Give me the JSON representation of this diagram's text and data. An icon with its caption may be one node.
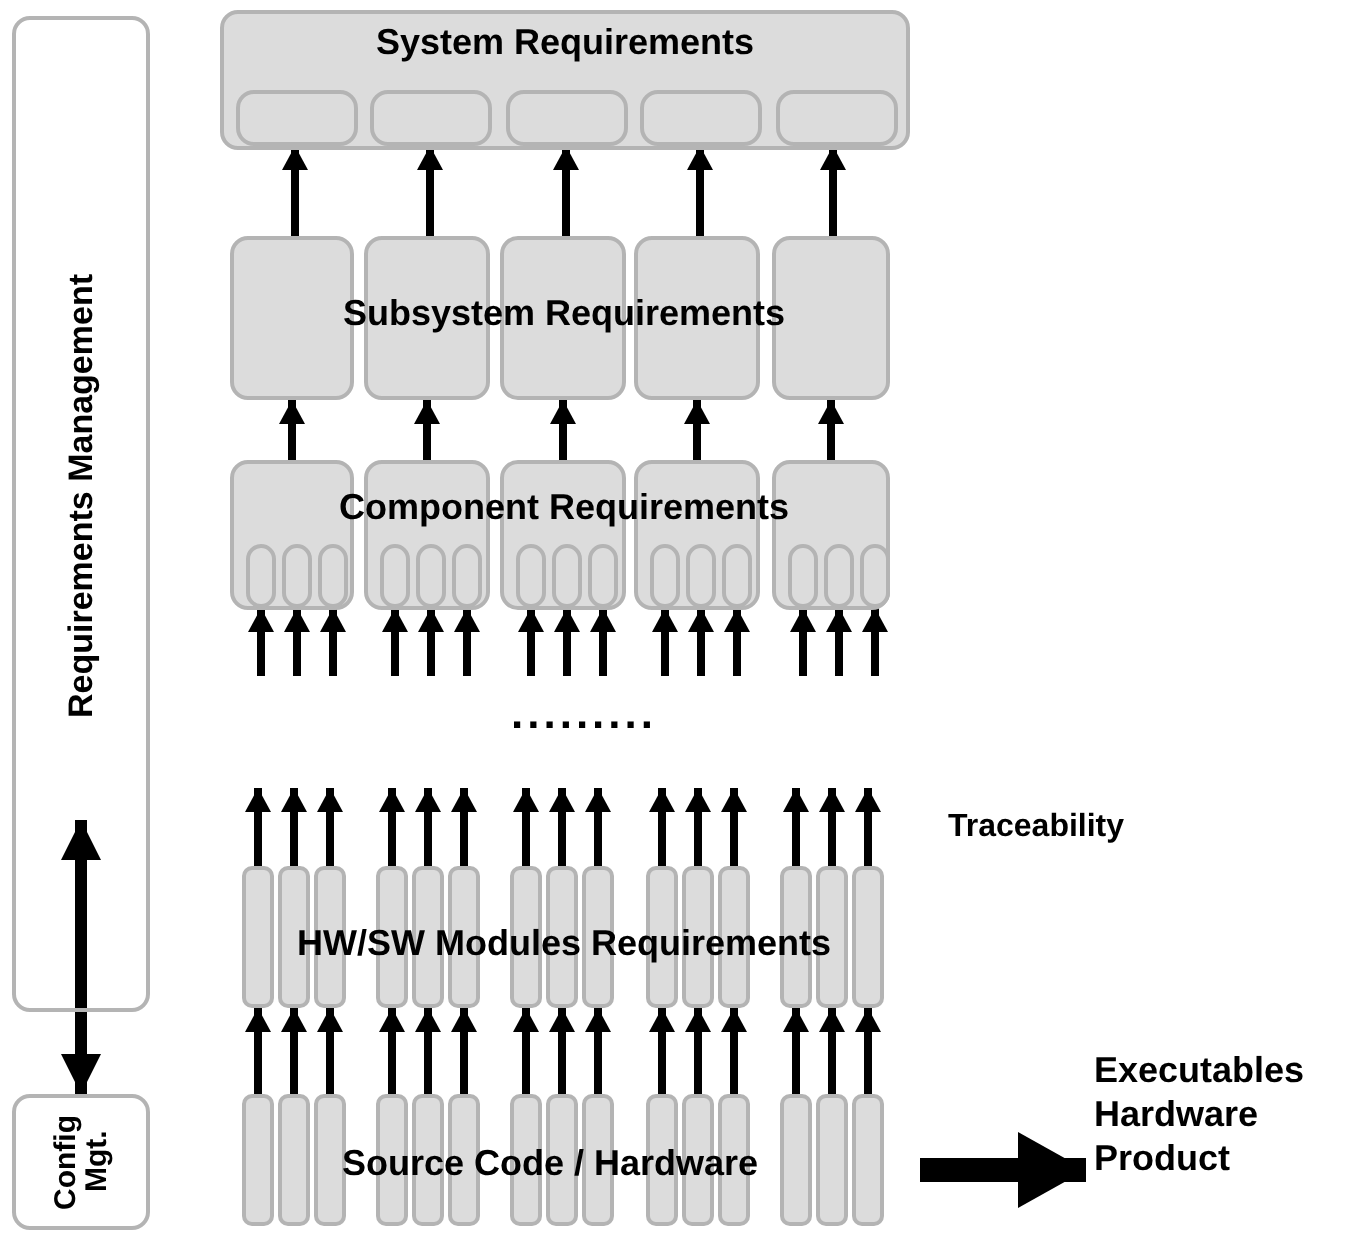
{
  "diagram": {
    "nodes": [
      {
        "text": [
          "Requirements Management"
        ]
      },
      {
        "text": [
          "Config Mgt."
        ]
      },
      {
        "text": [
          "System Requirements"
        ]
      },
      {
        "text": [],
        "shape": "box",
        "in": 2
      },
      {
        "text": [],
        "shape": "box",
        "in": 2
      },
      {
        "text": [],
        "shape": "box",
        "in": 2
      },
      {
        "text": [],
        "shape": "box",
        "in": 2
      },
      {
        "text": [],
        "shape": "box",
        "in": 2
      },
      {
        "text": [],
        "shape": "box"
      },
      {
        "text": [],
        "shape": "box"
      },
      {
        "text": [],
        "shape": "box"
      },
      {
        "text": [],
        "shape": "box"
      },
      {
        "text": [],
        "shape": "box"
      },
      {
        "text": [],
        "shape": "box"
      },
      {
        "text": [],
        "shape": "box"
      },
      {
        "text": [],
        "shape": "box"
      },
      {
        "text": [],
        "shape": "box"
      },
      {
        "text": [],
        "shape": "box"
      },
      {
        "text": [],
        "shape": "box",
        "in": 13
      },
      {
        "text": [],
        "shape": "box",
        "in": 13
      },
      {
        "text": [],
        "shape": "box",
        "in": 13
      },
      {
        "text": [],
        "shape": "box",
        "in": 14
      },
      {
        "text": [],
        "shape": "box",
        "in": 14
      },
      {
        "text": [],
        "shape": "box",
        "in": 14
      },
      {
        "text": [],
        "shape": "box",
        "in": 15
      },
      {
        "text": [],
        "shape": "box",
        "in": 15
      },
      {
        "text": [],
        "shape": "box",
        "in": 15
      },
      {
        "text": [],
        "shape": "box",
        "in": 16
      },
      {
        "text": [],
        "shape": "box",
        "in": 16
      },
      {
        "text": [],
        "shape": "box",
        "in": 16
      },
      {
        "text": [],
        "shape": "box",
        "in": 17
      },
      {
        "text": [],
        "shape": "box",
        "in": 17
      },
      {
        "text": [],
        "shape": "box",
        "in": 17
      },
      {
        "text": [],
        "shape": "bar"
      },
      {
        "text": [],
        "shape": "bar"
      },
      {
        "text": [],
        "shape": "bar"
      },
      {
        "text": [],
        "shape": "bar"
      },
      {
        "text": [],
        "shape": "bar"
      },
      {
        "text": [],
        "shape": "bar"
      },
      {
        "text": [],
        "shape": "bar"
      },
      {
        "text": [],
        "shape": "bar"
      },
      {
        "text": [],
        "shape": "bar"
      },
      {
        "text": [],
        "shape": "bar"
      },
      {
        "text": [],
        "shape": "bar"
      },
      {
        "text": [],
        "shape": "bar"
      },
      {
        "text": [],
        "shape": "bar"
      },
      {
        "text": [],
        "shape": "bar"
      },
      {
        "text": [],
        "shape": "bar"
      },
      {
        "text": [],
        "shape": "bar"
      },
      {
        "text": [],
        "shape": "bar"
      },
      {
        "text": [],
        "shape": "bar"
      },
      {
        "text": [],
        "shape": "bar"
      },
      {
        "text": [],
        "shape": "bar"
      },
      {
        "text": [],
        "shape": "bar"
      },
      {
        "text": [],
        "shape": "bar"
      },
      {
        "text": [],
        "shape": "bar"
      },
      {
        "text": [],
        "shape": "bar"
      },
      {
        "text": [],
        "shape": "bar"
      },
      {
        "text": [],
        "shape": "bar"
      },
      {
        "text": [],
        "shape": "bar"
      },
      {
        "text": [],
        "shape": "bar"
      },
      {
        "text": [],
        "shape": "bar"
      },
      {
        "text": [],
        "shape": "bar"
      },
      {
        "text": [
          "Executables Hardware Product"
        ]
      }
    ],
    "edges": [
      {
        "from": 0,
        "to": 1,
        "arrow": "both"
      },
      {
        "from": 8,
        "to": 3,
        "arrow": "to"
      },
      {
        "from": 9,
        "to": 4,
        "arrow": "to"
      },
      {
        "from": 10,
        "to": 5,
        "arrow": "to"
      },
      {
        "from": 11,
        "to": 6,
        "arrow": "to"
      },
      {
        "from": 12,
        "to": 7,
        "arrow": "to"
      },
      {
        "from": 13,
        "to": 8,
        "arrow": "to"
      },
      {
        "from": 14,
        "to": 9,
        "arrow": "to"
      },
      {
        "from": 15,
        "to": 10,
        "arrow": "to"
      },
      {
        "from": 16,
        "to": 11,
        "arrow": "to"
      },
      {
        "from": 17,
        "to": 12,
        "arrow": "to"
      },
      {
        "from": null,
        "to": 18,
        "arrow": "to"
      },
      {
        "from": null,
        "to": 19,
        "arrow": "to"
      },
      {
        "from": null,
        "to": 20,
        "arrow": "to"
      },
      {
        "from": null,
        "to": 21,
        "arrow": "to"
      },
      {
        "from": null,
        "to": 22,
        "arrow": "to"
      },
      {
        "from": null,
        "to": 23,
        "arrow": "to"
      },
      {
        "from": null,
        "to": 24,
        "arrow": "to"
      },
      {
        "from": null,
        "to": 25,
        "arrow": "to"
      },
      {
        "from": null,
        "to": 26,
        "arrow": "to"
      },
      {
        "from": null,
        "to": 27,
        "arrow": "to"
      },
      {
        "from": null,
        "to": 28,
        "arrow": "to"
      },
      {
        "from": null,
        "to": 29,
        "arrow": "to"
      },
      {
        "from": null,
        "to": 30,
        "arrow": "to"
      },
      {
        "from": null,
        "to": 31,
        "arrow": "to"
      },
      {
        "from": null,
        "to": 32,
        "arrow": "to"
      },
      {
        "from": 33,
        "to": null,
        "arrow": "to"
      },
      {
        "from": 34,
        "to": null,
        "arrow": "to"
      },
      {
        "from": 35,
        "to": null,
        "arrow": "to"
      },
      {
        "from": 36,
        "to": null,
        "arrow": "to"
      },
      {
        "from": 37,
        "to": null,
        "arrow": "to"
      },
      {
        "from": 38,
        "to": null,
        "arrow": "to"
      },
      {
        "from": 39,
        "to": null,
        "arrow": "to"
      },
      {
        "from": 40,
        "to": null,
        "arrow": "to"
      },
      {
        "from": 41,
        "to": null,
        "arrow": "to"
      },
      {
        "from": 42,
        "to": null,
        "arrow": "to"
      },
      {
        "from": 43,
        "to": null,
        "arrow": "to"
      },
      {
        "from": 44,
        "to": null,
        "arrow": "to"
      },
      {
        "from": 45,
        "to": null,
        "arrow": "to"
      },
      {
        "from": 46,
        "to": null,
        "arrow": "to"
      },
      {
        "from": 47,
        "to": null,
        "arrow": "to"
      },
      {
        "from": 48,
        "to": 33,
        "arrow": "to"
      },
      {
        "from": 49,
        "to": 34,
        "arrow": "to"
      },
      {
        "from": 50,
        "to": 35,
        "arrow": "to"
      },
      {
        "from": 51,
        "to": 36,
        "arrow": "to"
      },
      {
        "from": 52,
        "to": 37,
        "arrow": "to"
      },
      {
        "from": 53,
        "to": 38,
        "arrow": "to"
      },
      {
        "from": 54,
        "to": 39,
        "arrow": "to"
      },
      {
        "from": 55,
        "to": 40,
        "arrow": "to"
      },
      {
        "from": 56,
        "to": 41,
        "arrow": "to"
      },
      {
        "from": 57,
        "to": 42,
        "arrow": "to"
      },
      {
        "from": 58,
        "to": 43,
        "arrow": "to"
      },
      {
        "from": 59,
        "to": 44,
        "arrow": "to"
      },
      {
        "from": 60,
        "to": 45,
        "arrow": "to"
      },
      {
        "from": 61,
        "to": 46,
        "arrow": "to"
      },
      {
        "from": 62,
        "to": 47,
        "arrow": "to"
      },
      {
        "from": null,
        "to": 63,
        "arrow": "to",
        "style": "thick"
      }
    ],
    "labels": [
      "Subsystem Requirements",
      "Component Requirements",
      ".........",
      "Traceability",
      "HW/SW Modules Requirements",
      "Source Code / Hardware"
    ]
  }
}
